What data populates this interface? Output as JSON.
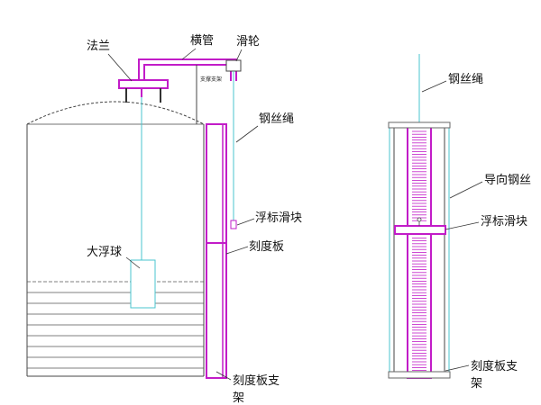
{
  "labels": {
    "flange": "法兰",
    "cross_pipe": "横管",
    "pulley": "滑轮",
    "support_bracket": "支撑支架",
    "wire_rope_left": "钢丝绳",
    "float_slider_left": "浮标滑块",
    "big_float": "大浮球",
    "scale_board": "刻度板",
    "scale_support_left_line1": "刻度板支",
    "scale_support_left_line2": "架",
    "wire_rope_right": "钢丝绳",
    "guide_wire": "导向钢丝",
    "float_slider_right": "浮标滑块",
    "scale_support_right_line1": "刻度板支",
    "scale_support_right_line2": "架"
  },
  "colors": {
    "magenta": "#c21cc8",
    "cyan": "#48c6cf",
    "outline": "#444444",
    "ink": "#111111"
  }
}
